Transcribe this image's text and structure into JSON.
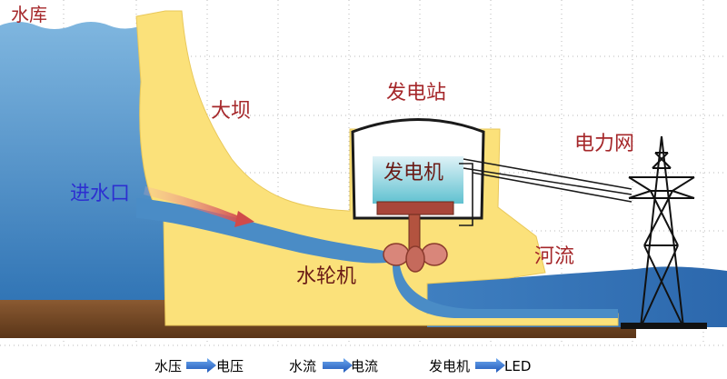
{
  "labels": {
    "reservoir": "水库",
    "dam": "大坝",
    "power_station": "发电站",
    "power_grid": "电力网",
    "river": "河流",
    "water_intake": "进水口",
    "generator": "发电机",
    "turbine": "水轮机"
  },
  "legend": [
    {
      "from": "水压",
      "to": "电压"
    },
    {
      "from": "水流",
      "to": "电流"
    },
    {
      "from": "发电机",
      "to": "LED"
    }
  ],
  "colors": {
    "water": "#4a8cc6",
    "dam": "#fbe17a",
    "ground": "#8a5a32",
    "label_red": "#a5272a",
    "label_blue": "#2d2fd0",
    "arrow": "#2a6fd6"
  }
}
